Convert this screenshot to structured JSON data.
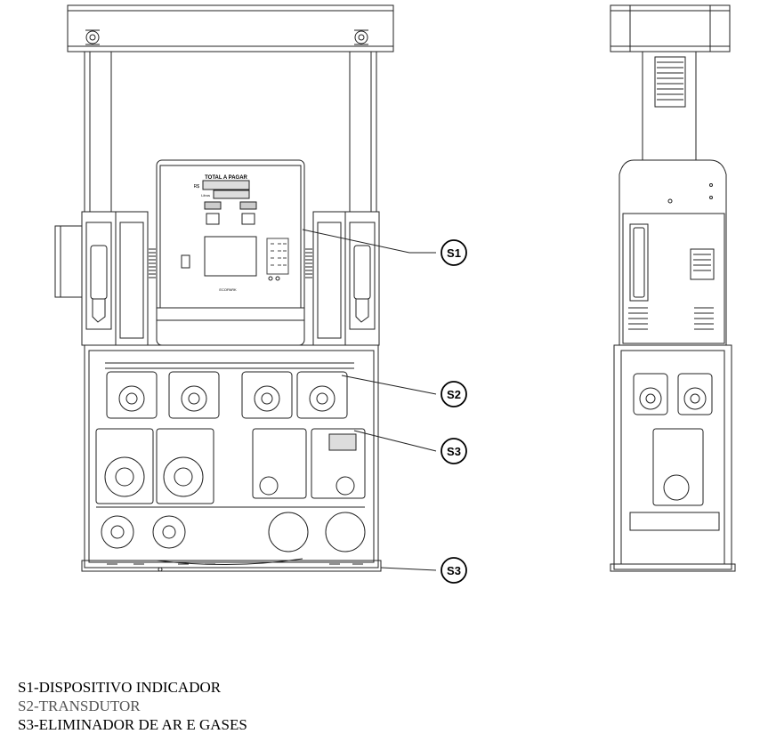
{
  "front_display": {
    "title": "TOTAL A PAGAR",
    "currency_label": "R$",
    "volume_label": "Litros",
    "brand": "ECOPARK"
  },
  "callouts": {
    "s1": "S1",
    "s2": "S2",
    "s3_upper": "S3",
    "s3_lower": "S3"
  },
  "legend": {
    "s1": "S1-DISPOSITIVO INDICADOR",
    "s2": "S2-TRANSDUTOR",
    "s3": "S3-ELIMINADOR DE AR E GASES"
  }
}
